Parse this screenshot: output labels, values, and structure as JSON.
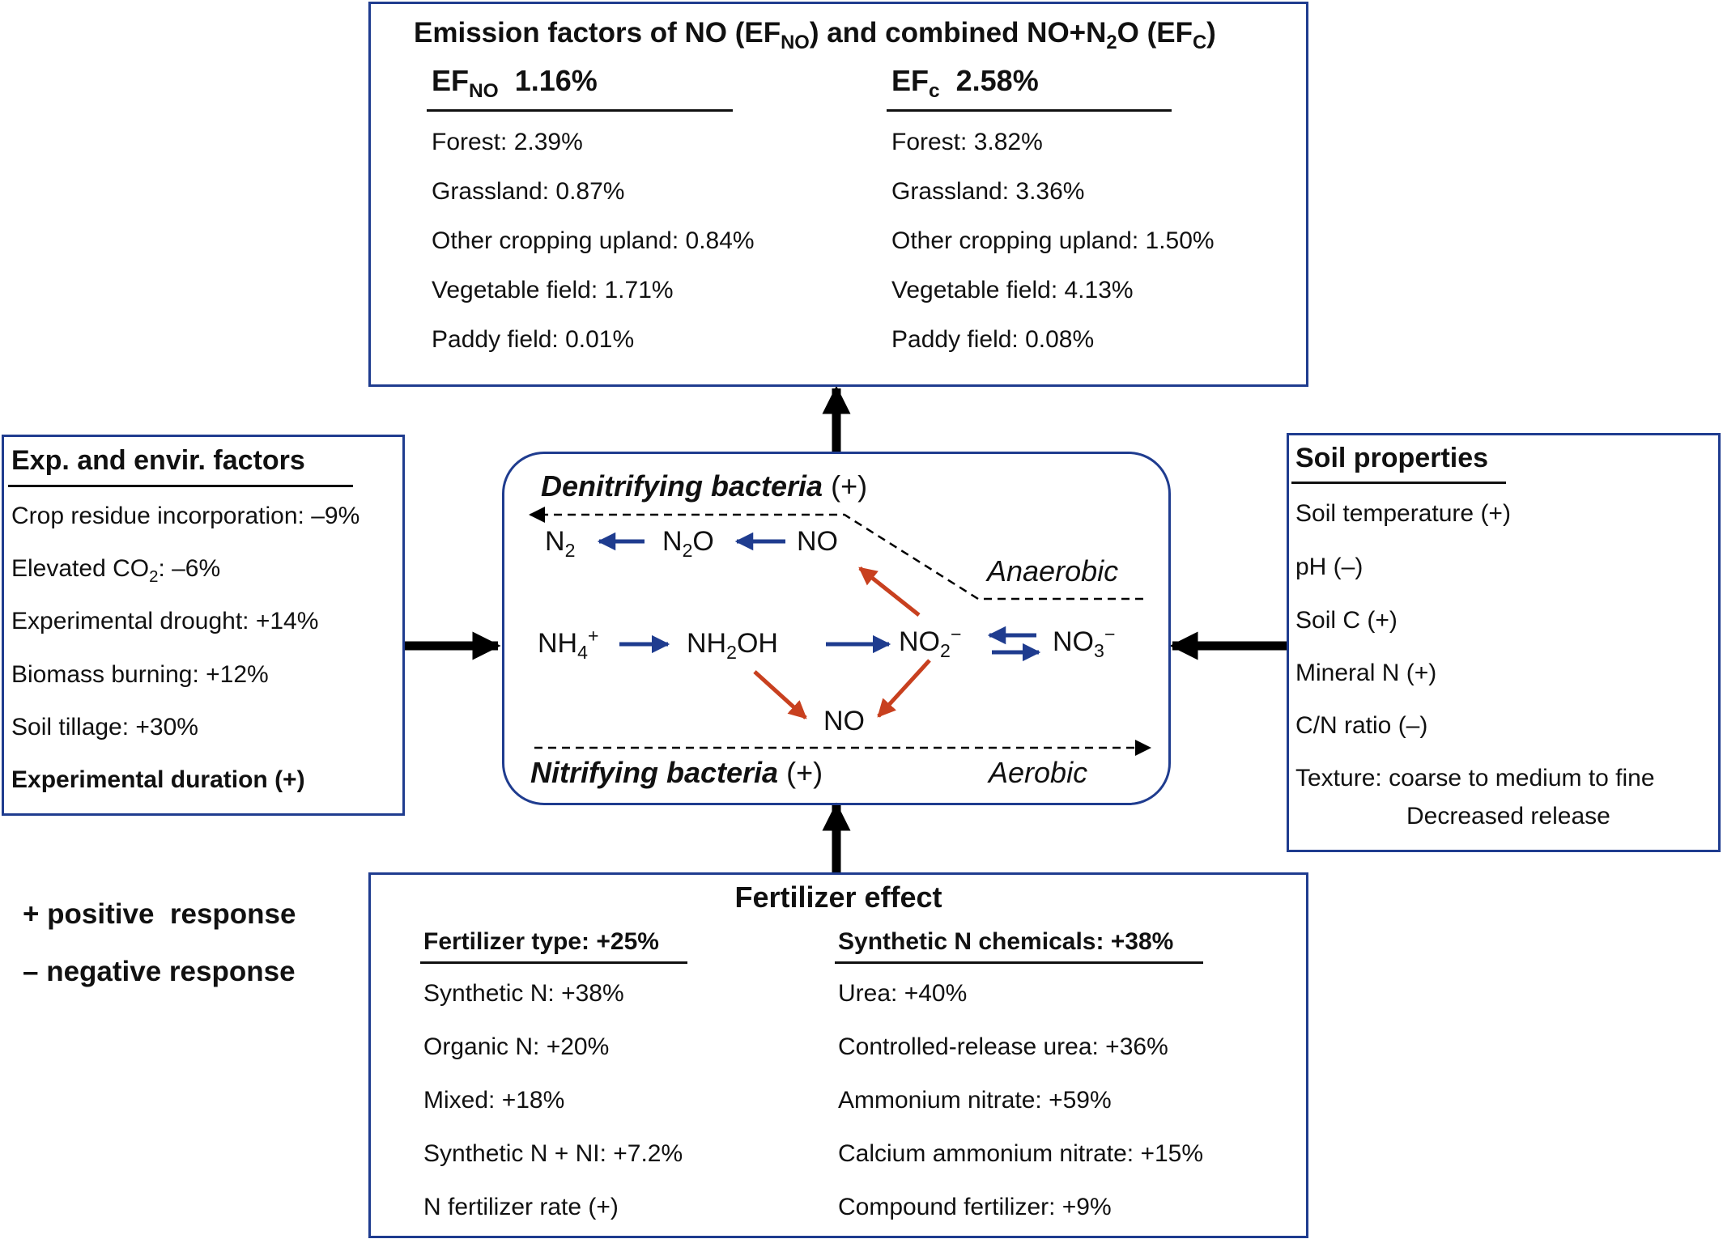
{
  "emission": {
    "title": {
      "a": "Emission factors of NO (EF",
      "a_sub": "NO",
      "b": ") and combined NO+N",
      "b_sub": "2",
      "c": "O (EF",
      "c_sub": "C",
      "d": ")"
    },
    "efno": {
      "label": "EF",
      "label_sub": "NO",
      "value": "1.16%",
      "items": [
        "Forest: 2.39%",
        "Grassland: 0.87%",
        "Other cropping upland: 0.84%",
        "Vegetable field: 1.71%",
        "Paddy field: 0.01%"
      ]
    },
    "efc": {
      "label": "EF",
      "label_sub": "c",
      "value": "2.58%",
      "items": [
        "Forest: 3.82%",
        "Grassland: 3.36%",
        "Other cropping upland: 1.50%",
        "Vegetable field: 4.13%",
        "Paddy field: 0.08%"
      ]
    }
  },
  "exp": {
    "title": "Exp. and envir. factors",
    "items": [
      "Crop residue incorporation: –9%",
      "Elevated CO",
      "Experimental drought: +14%",
      "Biomass burning: +12%",
      "Soil tillage: +30%",
      "Experimental duration (+)"
    ],
    "co2_sub": "2",
    "co2_rest": ": –6%"
  },
  "soil": {
    "title": "Soil properties",
    "items": [
      "Soil temperature (+)",
      "pH (–)",
      "Soil C (+)",
      "Mineral N (+)",
      "C/N ratio (–)"
    ],
    "texture_label": "Texture: ",
    "texture_value": "coarse to medium to fine",
    "texture_note": "Decreased release"
  },
  "center": {
    "denit": "Denitrifying bacteria",
    "denit_sign": "(+)",
    "nitr": "Nitrifying bacteria",
    "nitr_sign": "(+)",
    "anaerobic": "Anaerobic",
    "aerobic": "Aerobic",
    "n2": "N",
    "n2_sub": "2",
    "n2o_a": "N",
    "n2o_sub": "2",
    "n2o_b": "O",
    "no_top": "NO",
    "nh4": "NH",
    "nh4_sub": "4",
    "nh4_sup": "+",
    "nh2oh_a": "NH",
    "nh2oh_sub": "2",
    "nh2oh_b": "OH",
    "no2": "NO",
    "no2_sub": "2",
    "no2_sup": "−",
    "no3": "NO",
    "no3_sub": "3",
    "no3_sup": "−",
    "no_bottom": "NO"
  },
  "fert": {
    "title": "Fertilizer effect",
    "type_title": "Fertilizer type: +25%",
    "type_items": [
      "Synthetic N: +38%",
      "Organic N: +20%",
      "Mixed: +18%",
      "Synthetic N + NI: +7.2%",
      "N fertilizer rate (+)"
    ],
    "chem_title": "Synthetic N chemicals: +38%",
    "chem_items": [
      "Urea: +40%",
      "Controlled-release urea: +36%",
      "Ammonium nitrate: +59%",
      "Calcium ammonium nitrate: +15%",
      "Compound fertilizer: +9%"
    ]
  },
  "legend": {
    "pos": "+ positive  response",
    "neg": "– negative response"
  },
  "colors": {
    "box_border": "#1f3c8f",
    "arrow_blue": "#1f3c8f",
    "arrow_red": "#c8401f",
    "arrow_black": "#000000"
  }
}
